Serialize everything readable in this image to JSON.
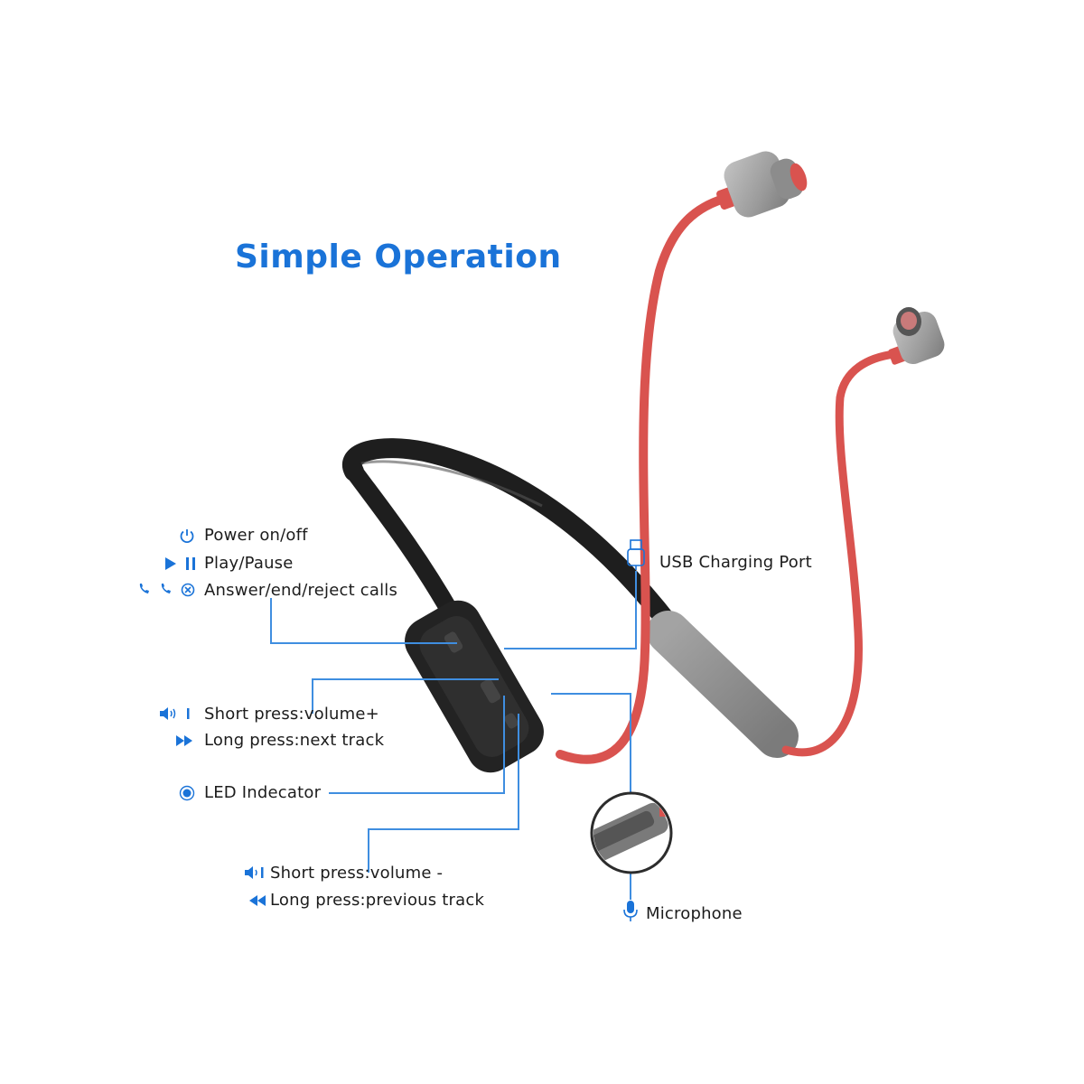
{
  "title": "Simple Operation",
  "labels": {
    "power": "Power on/off",
    "play_pause": "Play/Pause",
    "calls": "Answer/end/reject calls",
    "usb": "USB Charging Port",
    "volume_up_short": "Short press:volume+",
    "next_track_long": "Long press:next track",
    "led": "LED Indecator",
    "volume_down_short": "Short press:volume -",
    "previous_track_long": "Long press:previous track",
    "microphone": "Microphone"
  },
  "colors": {
    "accent": "#1a73d8",
    "callout_line": "#3f8ee0",
    "cable_red": "#d9534f",
    "neckband_black": "#1e1e1e",
    "earbud_gray": "#9a9a9a"
  },
  "icons": [
    "power-icon",
    "play-icon",
    "pause-icon",
    "answer-call-icon",
    "end-call-icon",
    "reject-call-icon",
    "usb-icon",
    "volume-up-icon",
    "next-track-icon",
    "led-icon",
    "volume-down-icon",
    "previous-track-icon",
    "microphone-icon"
  ]
}
